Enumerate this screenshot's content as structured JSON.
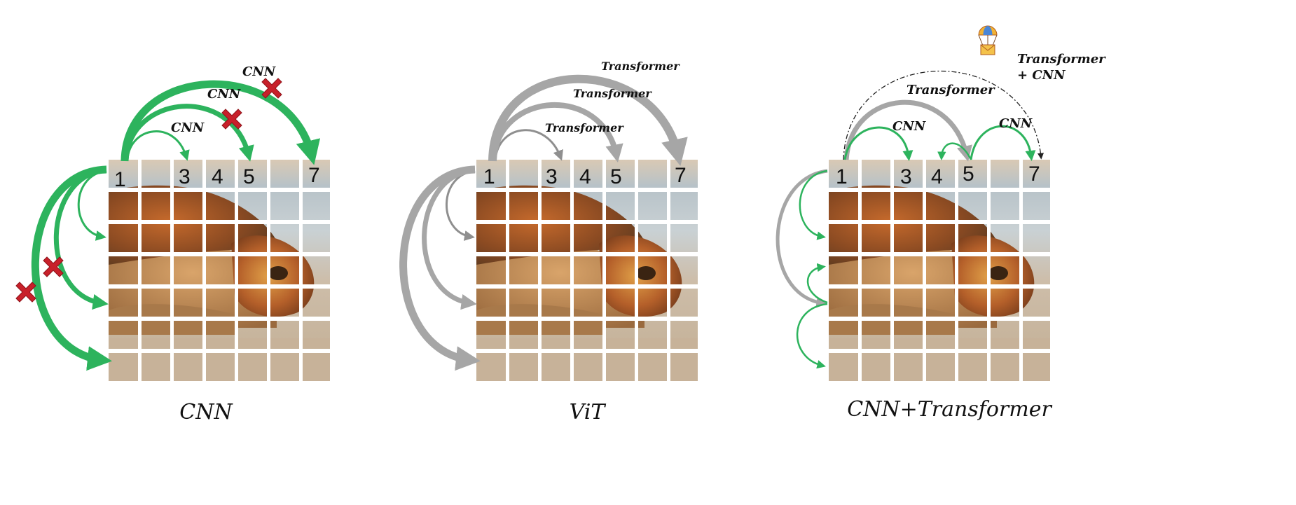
{
  "panels": [
    {
      "id": "cnn",
      "title": "CNN",
      "cell_numbers": [
        "1",
        "3",
        "4",
        "5",
        "7"
      ],
      "top_arrow_labels": [
        "CNN",
        "CNN",
        "CNN"
      ]
    },
    {
      "id": "vit",
      "title": "ViT",
      "cell_numbers": [
        "1",
        "3",
        "4",
        "5",
        "7"
      ],
      "top_arrow_labels": [
        "Transformer",
        "Transformer",
        "Transformer"
      ]
    },
    {
      "id": "cnn-transformer",
      "title": "CNN+Transformer",
      "cell_numbers": [
        "1",
        "3",
        "4",
        "5",
        "7"
      ],
      "top_arrow_labels": [
        "CNN",
        "Transformer",
        "CNN"
      ],
      "dashed_arrow_label_line1": "Transformer",
      "dashed_arrow_label_line2": "+ CNN"
    }
  ],
  "colors": {
    "cnn_arrow": "#2db35d",
    "cnn_arrow_dark": "#1a8a3e",
    "transformer_arrow": "#a6a6a6",
    "blocked_mark": "#c8202a",
    "grid_gap": "#ffffff"
  },
  "icons": {
    "blocked": "red-x-icon",
    "delivery": "parachute-envelope-icon"
  }
}
